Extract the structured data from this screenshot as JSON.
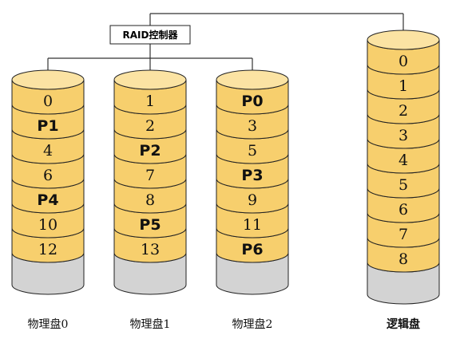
{
  "controller": {
    "label": "RAID控制器"
  },
  "disks": [
    {
      "name": "physical-disk-0",
      "label": "物理盘0",
      "bold_label": false,
      "segments": [
        {
          "text": "0",
          "parity": false
        },
        {
          "text": "P1",
          "parity": true
        },
        {
          "text": "4",
          "parity": false
        },
        {
          "text": "6",
          "parity": false
        },
        {
          "text": "P4",
          "parity": true
        },
        {
          "text": "10",
          "parity": false
        },
        {
          "text": "12",
          "parity": false
        }
      ]
    },
    {
      "name": "physical-disk-1",
      "label": "物理盘1",
      "bold_label": false,
      "segments": [
        {
          "text": "1",
          "parity": false
        },
        {
          "text": "2",
          "parity": false
        },
        {
          "text": "P2",
          "parity": true
        },
        {
          "text": "7",
          "parity": false
        },
        {
          "text": "8",
          "parity": false
        },
        {
          "text": "P5",
          "parity": true
        },
        {
          "text": "13",
          "parity": false
        }
      ]
    },
    {
      "name": "physical-disk-2",
      "label": "物理盘2",
      "bold_label": false,
      "segments": [
        {
          "text": "P0",
          "parity": true
        },
        {
          "text": "3",
          "parity": false
        },
        {
          "text": "5",
          "parity": false
        },
        {
          "text": "P3",
          "parity": true
        },
        {
          "text": "9",
          "parity": false
        },
        {
          "text": "11",
          "parity": false
        },
        {
          "text": "P6",
          "parity": true
        }
      ]
    },
    {
      "name": "logical-disk",
      "label": "逻辑盘",
      "bold_label": true,
      "segments": [
        {
          "text": "0",
          "parity": false
        },
        {
          "text": "1",
          "parity": false
        },
        {
          "text": "2",
          "parity": false
        },
        {
          "text": "3",
          "parity": false
        },
        {
          "text": "4",
          "parity": false
        },
        {
          "text": "5",
          "parity": false
        },
        {
          "text": "6",
          "parity": false
        },
        {
          "text": "7",
          "parity": false
        },
        {
          "text": "8",
          "parity": false
        }
      ]
    }
  ],
  "colors": {
    "segment_fill": "#f7cf6d",
    "segment_top": "#fbe3a3",
    "empty_fill": "#d3d3d3",
    "stroke": "#222222",
    "line": "#333333"
  }
}
